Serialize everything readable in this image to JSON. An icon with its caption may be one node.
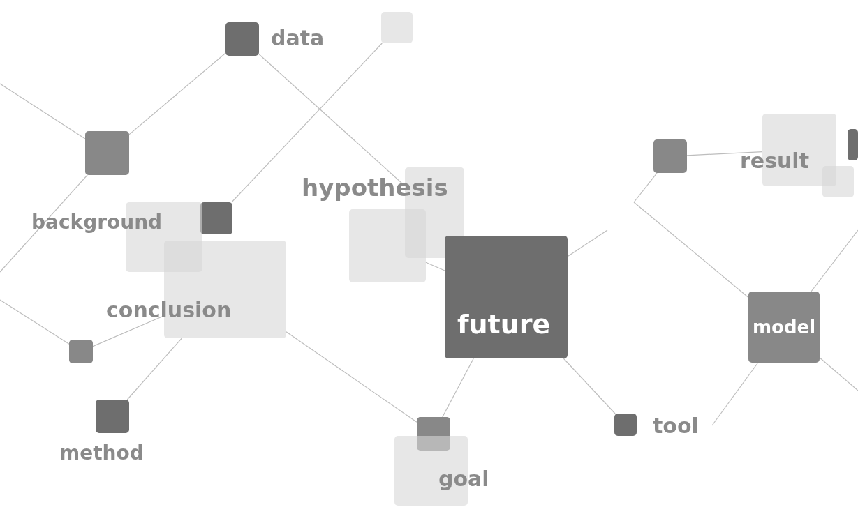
{
  "diagram": {
    "nodes": [
      {
        "text": [
          "data"
        ]
      },
      {
        "text": [],
        "shape": "box"
      },
      {
        "text": [],
        "shape": "box"
      },
      {
        "text": [
          "background"
        ]
      },
      {
        "text": [],
        "shape": "box"
      },
      {
        "text": [
          "conclusion"
        ]
      },
      {
        "text": [
          "hypothesis"
        ]
      },
      {
        "text": [],
        "shape": "box"
      },
      {
        "text": [
          "future"
        ]
      },
      {
        "text": [],
        "shape": "box"
      },
      {
        "text": [
          "method"
        ]
      },
      {
        "text": [],
        "shape": "box"
      },
      {
        "text": [
          "goal"
        ]
      },
      {
        "text": [
          "tool"
        ]
      },
      {
        "text": [],
        "shape": "box"
      },
      {
        "text": [
          "result"
        ]
      },
      {
        "text": [],
        "shape": "box"
      },
      {
        "text": [],
        "shape": "box"
      },
      {
        "text": [
          "model"
        ]
      }
    ],
    "edges": [
      {
        "from": null,
        "to": 2,
        "arrow": "none"
      },
      {
        "from": 2,
        "to": 0,
        "arrow": "none"
      },
      {
        "from": 0,
        "to": 6,
        "arrow": "none"
      },
      {
        "from": 1,
        "to": 3,
        "arrow": "none"
      },
      {
        "from": 2,
        "to": null,
        "arrow": "none"
      },
      {
        "from": null,
        "to": 9,
        "arrow": "none"
      },
      {
        "from": 9,
        "to": 5,
        "arrow": "none"
      },
      {
        "from": 10,
        "to": 5,
        "arrow": "none"
      },
      {
        "from": 5,
        "to": 11,
        "arrow": "none"
      },
      {
        "from": 8,
        "to": 11,
        "arrow": "none"
      },
      {
        "from": 8,
        "to": 13,
        "arrow": "none"
      },
      {
        "from": 8,
        "to": null,
        "arrow": "none"
      },
      {
        "from": 7,
        "to": 8,
        "arrow": "none"
      },
      {
        "from": null,
        "to": 14,
        "arrow": "none"
      },
      {
        "from": 14,
        "to": 15,
        "arrow": "none"
      },
      {
        "from": null,
        "to": 18,
        "arrow": "none"
      },
      {
        "from": null,
        "to": 18,
        "arrow": "none"
      },
      {
        "from": 18,
        "to": null,
        "arrow": "none"
      },
      {
        "from": 18,
        "to": null,
        "arrow": "none"
      }
    ]
  }
}
